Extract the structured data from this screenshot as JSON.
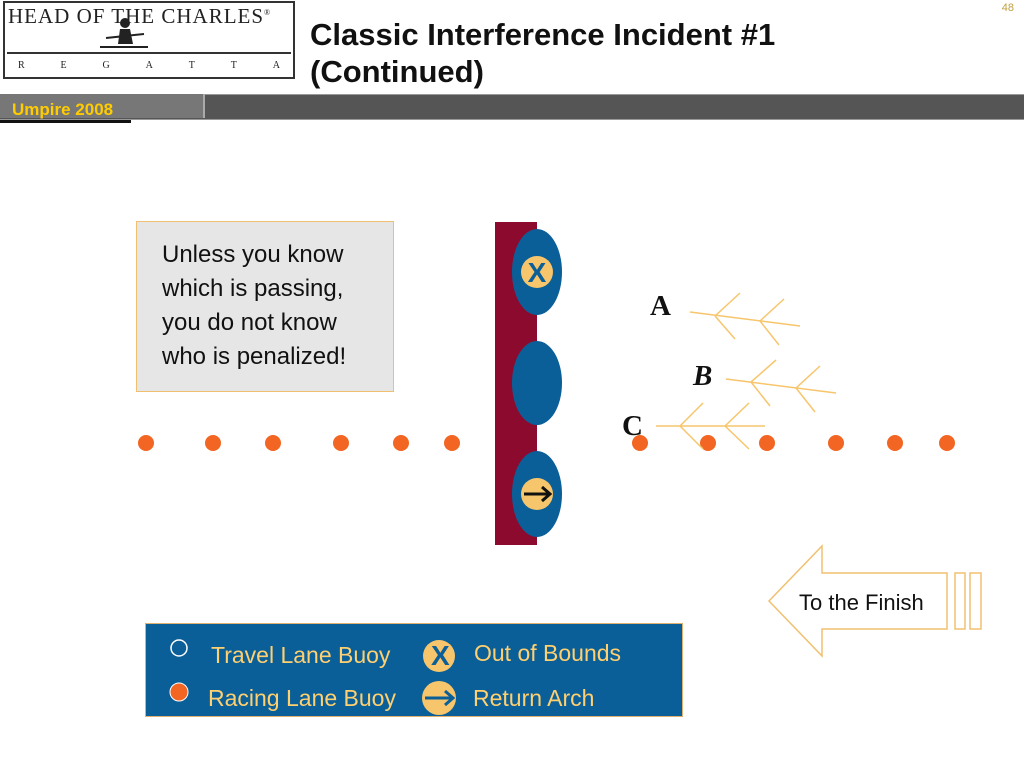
{
  "logo": {
    "title": "HEAD OF THE CHARLES",
    "registered": "®",
    "subtitle_letters": [
      "R",
      "E",
      "G",
      "A",
      "T",
      "T",
      "A"
    ]
  },
  "slide": {
    "title_line1": "Classic Interference Incident #1",
    "title_line2": "(Continued)",
    "number": "48"
  },
  "header": {
    "section_label": "Umpire 2008"
  },
  "note": {
    "line1": "Unless you know",
    "line2": "which is passing,",
    "line3": "you do not know",
    "line4": "who is penalized!"
  },
  "diagram": {
    "boats": [
      {
        "label": "A"
      },
      {
        "label": "B"
      },
      {
        "label": "C"
      }
    ],
    "bridge_symbols": {
      "out_of_bounds": "X",
      "return_arch": "arrow"
    },
    "finish_label": "To the Finish"
  },
  "legend": {
    "travel_lane_buoy": "Travel Lane Buoy",
    "racing_lane_buoy": "Racing Lane Buoy",
    "out_of_bounds": "Out of Bounds",
    "return_arch": "Return Arch",
    "x_symbol": "X"
  },
  "colors": {
    "racing_buoy": "#f26522",
    "arch_blue": "#0b5f98",
    "bridge_maroon": "#8b0a2e",
    "symbol_yellow": "#f7c56b",
    "label_gold": "#ffcc00",
    "legend_text": "#ffd070"
  }
}
